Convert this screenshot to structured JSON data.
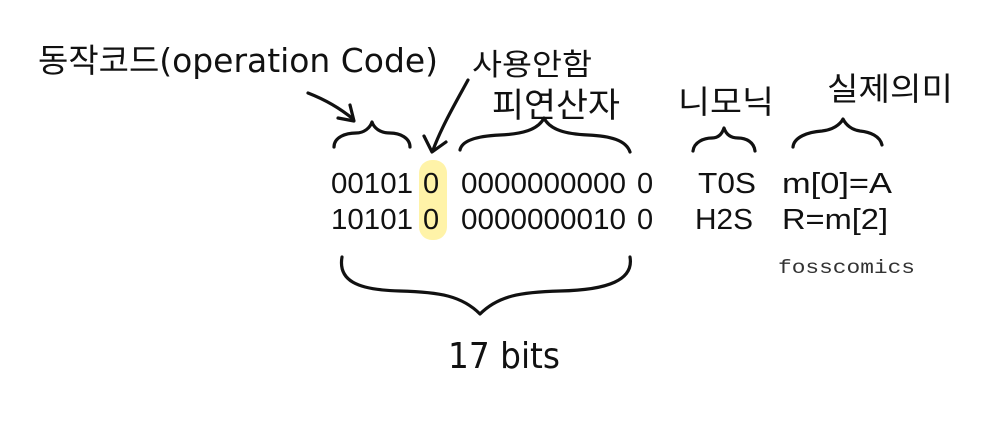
{
  "labels": {
    "opcode": "동작코드(operation Code)",
    "unused": "사용안함",
    "operand": "피연산자",
    "mnemonic": "니모닉",
    "meaning": "실제의미",
    "bit_count": "17 bits",
    "credit": "fosscomics"
  },
  "rows": [
    {
      "opcode": "00101",
      "flag": "0",
      "operand": "0000000000",
      "tail": "0",
      "mnemonic": "T0S",
      "meaning": "m[0]=A"
    },
    {
      "opcode": "10101",
      "flag": "0",
      "operand": "0000000010",
      "tail": "0",
      "mnemonic": "H2S",
      "meaning": "R=m[2]"
    }
  ],
  "colors": {
    "highlight": "#fff3a8",
    "ink": "#111111"
  }
}
